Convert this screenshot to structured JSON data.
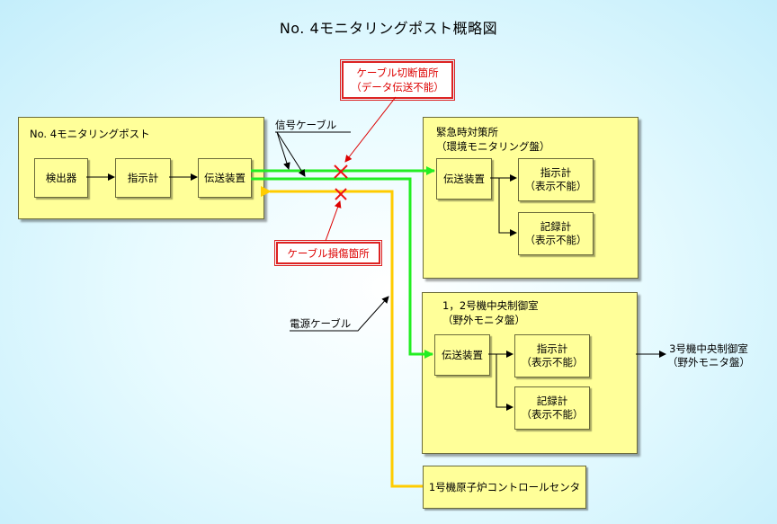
{
  "title": "No. 4モニタリングポスト概略図",
  "panels": {
    "post": "No. 4モニタリングポスト",
    "emergency": "緊急時対策所\n（環境モニタリング盤）",
    "central": "1，2号機中央制御室\n（野外モニタ盤）"
  },
  "boxes": {
    "detector": "検出器",
    "indicator": "指示計",
    "transmitter": "伝送装置",
    "em_transmitter": "伝送装置",
    "em_indicator": "指示計\n（表示不能）",
    "em_recorder": "記録計\n（表示不能）",
    "ce_transmitter": "伝送装置",
    "ce_indicator": "指示計\n（表示不能）",
    "ce_recorder": "記録計\n（表示不能）",
    "control_center": "1号機原子炉コントロールセンタ"
  },
  "callouts": {
    "cut": "ケーブル切断箇所\n（データ伝送不能）",
    "damage": "ケーブル損傷箇所"
  },
  "labels": {
    "signal_cable": "信号ケーブル",
    "power_cable": "電源ケーブル",
    "unit3": "3号機中央制御室\n（野外モニタ盤）"
  },
  "colors": {
    "signal": "#22ee22",
    "power": "#ffcc00",
    "damage_mark": "#ee1111",
    "panel_fill": "#ffff99"
  }
}
